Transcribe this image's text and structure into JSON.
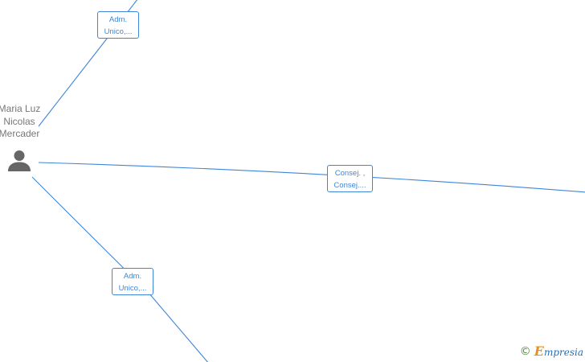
{
  "person": {
    "name_lines": [
      "Maria Luz",
      "Nicolas",
      "Mercader"
    ]
  },
  "relations": [
    {
      "lines": [
        "Adm.",
        "Unico,..."
      ]
    },
    {
      "lines": [
        "Consej. ,",
        "Consej...."
      ]
    },
    {
      "lines": [
        "Adm.",
        "Unico,..."
      ]
    }
  ],
  "watermark": {
    "copyright": "©",
    "brand_first": "E",
    "brand_rest": "mpresia"
  },
  "colors": {
    "edge": "#3f86d8",
    "label_text": "#3f86d8",
    "person_icon": "#666666",
    "name_text": "#777777"
  }
}
